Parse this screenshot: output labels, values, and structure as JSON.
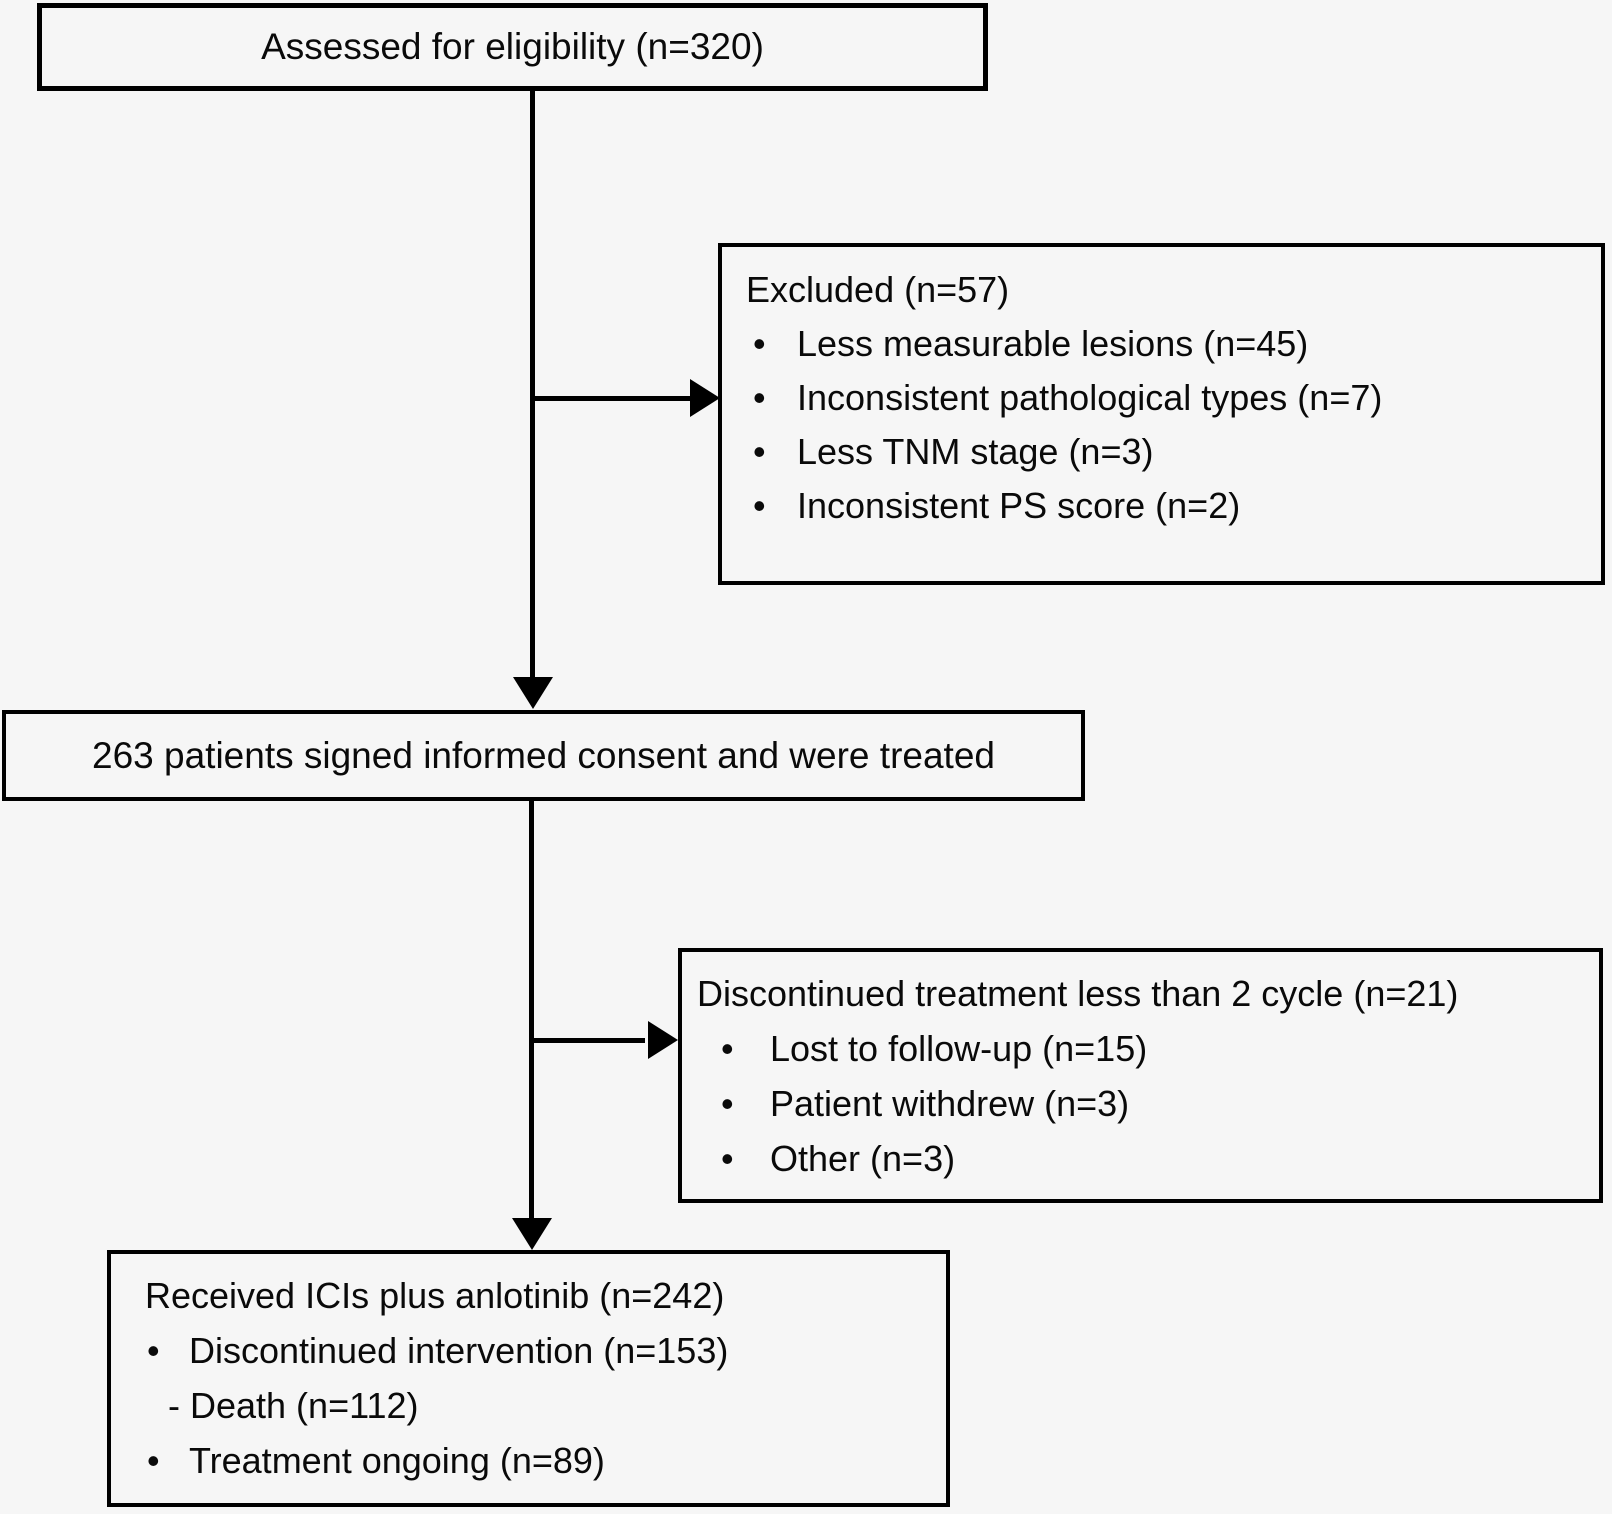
{
  "glyphs": {
    "bullet": "•"
  },
  "colors": {
    "background": "#f6f6f6",
    "line": "#000000",
    "text": "#0a0a0a"
  },
  "boxes": {
    "assessed": {
      "text": "Assessed for eligibility (n=320)"
    },
    "excluded": {
      "title": "Excluded (n=57)",
      "items": [
        "Less measurable lesions (n=45)",
        "Inconsistent pathological types (n=7)",
        "Less TNM stage (n=3)",
        "Inconsistent PS score (n=2)"
      ]
    },
    "consented": {
      "text": "263 patients signed informed consent and were treated"
    },
    "discontinued": {
      "title": "Discontinued treatment less than 2 cycle (n=21)",
      "items": [
        "Lost to follow-up (n=15)",
        "Patient withdrew (n=3)",
        "Other (n=3)"
      ]
    },
    "received": {
      "title": "Received ICIs plus anlotinib (n=242)",
      "item_discontinued": "Discontinued intervention (n=153)",
      "subitem_death": "- Death (n=112)",
      "item_ongoing": "Treatment ongoing (n=89)"
    }
  }
}
